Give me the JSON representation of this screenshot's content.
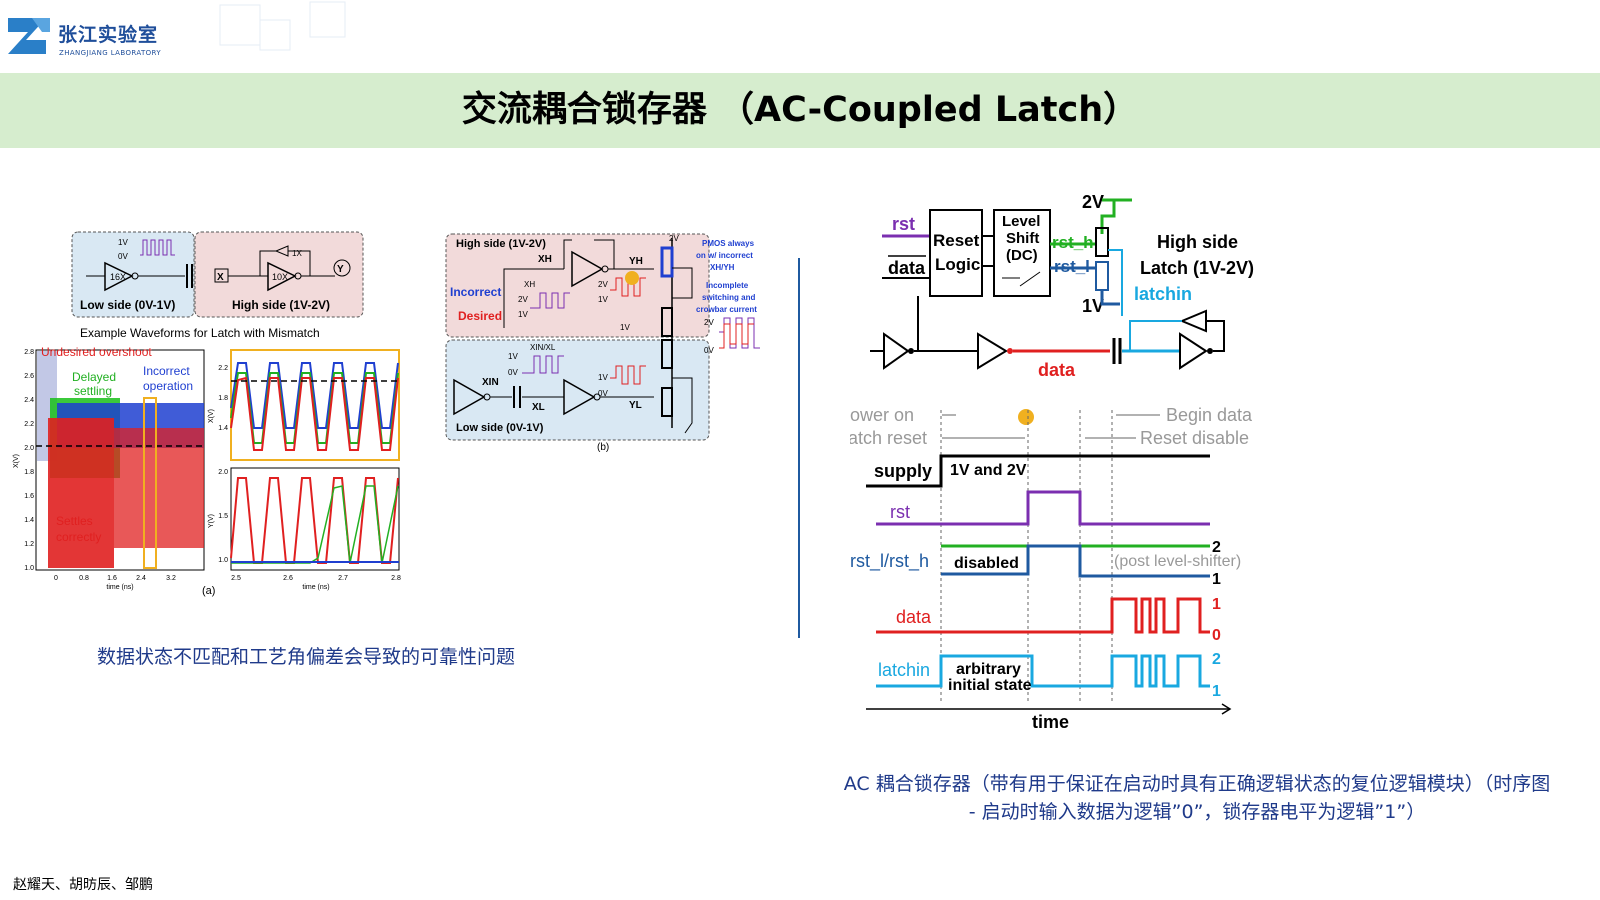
{
  "logo": {
    "name_cn": "张江实验室",
    "name_en": "ZHANGJIANG LABORATORY"
  },
  "slide_title": "交流耦合锁存器 （AC-Coupled Latch）",
  "fig_a": {
    "low_side_label": "Low side (0V-1V)",
    "high_side_label": "High side (1V-2V)",
    "inv_16x": "16X",
    "inv_10x": "10X",
    "inv_1x": "1X",
    "node_x": "X",
    "node_y": "Y",
    "v1": "1V",
    "v0": "0V",
    "waveform_title": "Example Waveforms for Latch with Mismatch",
    "undesired": "Undesired overshoot",
    "delayed": "Delayed",
    "settling": "settling",
    "incorrect": "Incorrect",
    "operation": "operation",
    "settles": "Settles",
    "correctly": "correctly",
    "ylabel_x": "X(V)",
    "ylabel_y": "Y(V)",
    "xlabel": "time (ns)",
    "yticks_left": [
      "2.8",
      "2.6",
      "2.4",
      "2.2",
      "2.0",
      "1.8",
      "1.6",
      "1.4",
      "1.2",
      "1.0"
    ],
    "xticks_left": [
      "0",
      "0.8",
      "1.6",
      "2.4",
      "3.2"
    ],
    "yticks_right_top": [
      "2.2",
      "1.8",
      "1.4"
    ],
    "yticks_right_bot": [
      "2.0",
      "1.5",
      "1.0"
    ],
    "xticks_right": [
      "2.5",
      "2.6",
      "2.7",
      "2.8"
    ],
    "label": "(a)"
  },
  "fig_b": {
    "high_side": "High side (1V-2V)",
    "low_side": "Low side (0V-1V)",
    "incorrect": "Incorrect",
    "desired": "Desired",
    "xh": "XH",
    "yh": "YH",
    "xin": "XIN",
    "xl": "XL",
    "yl": "YL",
    "xinxl": "XIN/XL",
    "v2": "2V",
    "v1": "1V",
    "v0": "0V",
    "pmos_note": [
      "PMOS always",
      "on w/ incorrect",
      "XH/YH"
    ],
    "incomplete_note": [
      "Incomplete",
      "switching and",
      "crowbar current"
    ],
    "label": "(b)"
  },
  "schematic": {
    "rst": "rst",
    "data_bar": "data",
    "reset_logic": [
      "Reset",
      "Logic"
    ],
    "level_shift": [
      "Level",
      "Shift",
      "(DC)"
    ],
    "v2": "2V",
    "v1": "1V",
    "rst_h": "rst_h",
    "rst_l": "rst_l",
    "high_side": [
      "High side",
      "Latch (1V-2V)"
    ],
    "latch_in": "latchin",
    "data": "data"
  },
  "timing": {
    "power_on": "Power on",
    "latch_reset": "Latch reset",
    "begin_data": "Begin data",
    "reset_disable": "Reset disable",
    "supply": "supply",
    "supply_val": "1V and 2V",
    "rst": "rst",
    "rst_lh": "rst_l/rst_h",
    "disabled": "disabled",
    "post_ls": "(post level-shifter)",
    "data": "data",
    "latch_in": "latchin",
    "arbitrary": [
      "arbitrary",
      "initial state"
    ],
    "time": "time",
    "lvl_2a": "2",
    "lvl_1a": "1",
    "lvl_1b": "1",
    "lvl_0": "0",
    "lvl_2b": "2",
    "lvl_1c": "1"
  },
  "caption_left": "数据状态不匹配和工艺角偏差会导致的可靠性问题",
  "caption_right": "AC 耦合锁存器（带有用于保证在启动时具有正确逻辑状态的复位逻辑模块）（时序图 - 启动时输入数据为逻辑”0”，锁存器电平为逻辑”1”）",
  "authors": "赵耀天、胡昉辰、邹鹏",
  "colors": {
    "title_band": "#d6edce",
    "caption": "#1f3a8a",
    "red": "#e02020",
    "green": "#22b022",
    "blue": "#1f3fd0",
    "purple": "#7b2fb0",
    "cyan": "#19a8e0"
  }
}
